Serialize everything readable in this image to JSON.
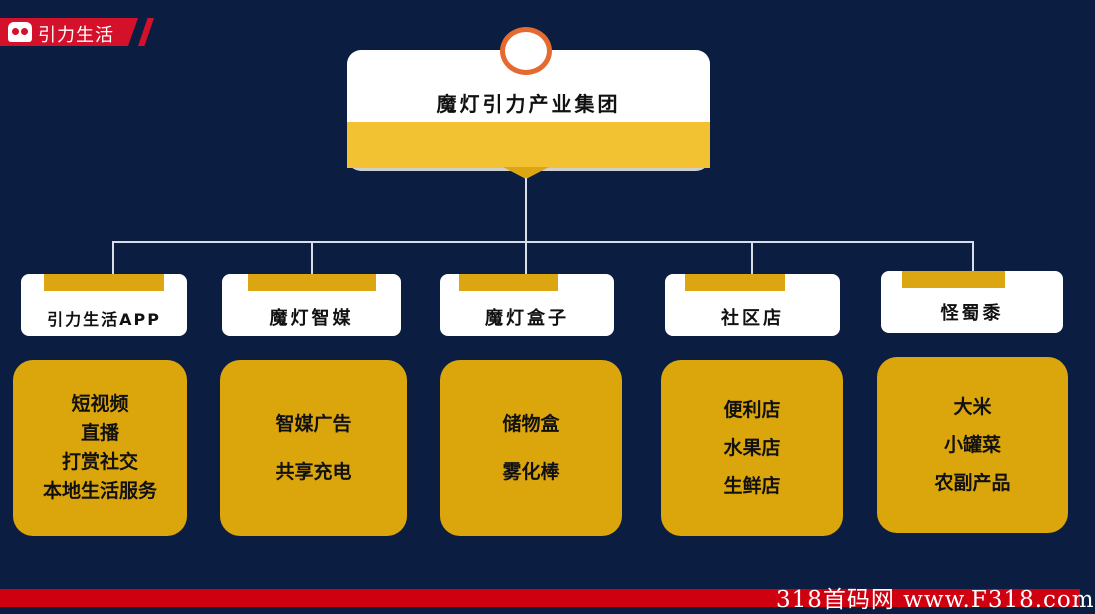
{
  "brand": {
    "name": "引力生活",
    "color": "#d3112b"
  },
  "root": {
    "title": "魔灯引力产业集团"
  },
  "categories": [
    {
      "label": "引力生活APP",
      "items": [
        "短视频",
        "直播",
        "打赏社交",
        "本地生活服务"
      ]
    },
    {
      "label": "魔灯智媒",
      "items": [
        "智媒广告",
        "共享充电"
      ]
    },
    {
      "label": "魔灯盒子",
      "items": [
        "储物盒",
        "雾化棒"
      ]
    },
    {
      "label": "社区店",
      "items": [
        "便利店",
        "水果店",
        "生鲜店"
      ]
    },
    {
      "label": "怪蜀黍",
      "items": [
        "大米",
        "小罐菜",
        "农副产品"
      ]
    }
  ],
  "colors": {
    "background": "#0b1d40",
    "gold": "#dba60c",
    "accent_orange": "#e56a2f",
    "footer_red": "#cf0010"
  },
  "watermark": "318首码网 www.F318.com"
}
